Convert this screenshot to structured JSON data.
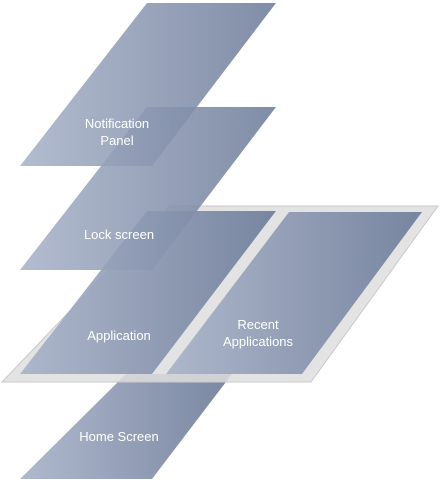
{
  "layers": {
    "notification_panel": {
      "line1": "Notification",
      "line2": "Panel"
    },
    "lock_screen": {
      "label": "Lock screen"
    },
    "application": {
      "label": "Application"
    },
    "recent_applications": {
      "line1": "Recent",
      "line2": "Applications"
    },
    "home_screen": {
      "label": "Home Screen"
    }
  },
  "colors": {
    "layer_fill_light": "#a9b3c9",
    "layer_fill_dark": "#6e7d9a",
    "tray_fill": "#dedede",
    "tray_stroke": "#c9c9c9",
    "label": "#ffffff"
  }
}
